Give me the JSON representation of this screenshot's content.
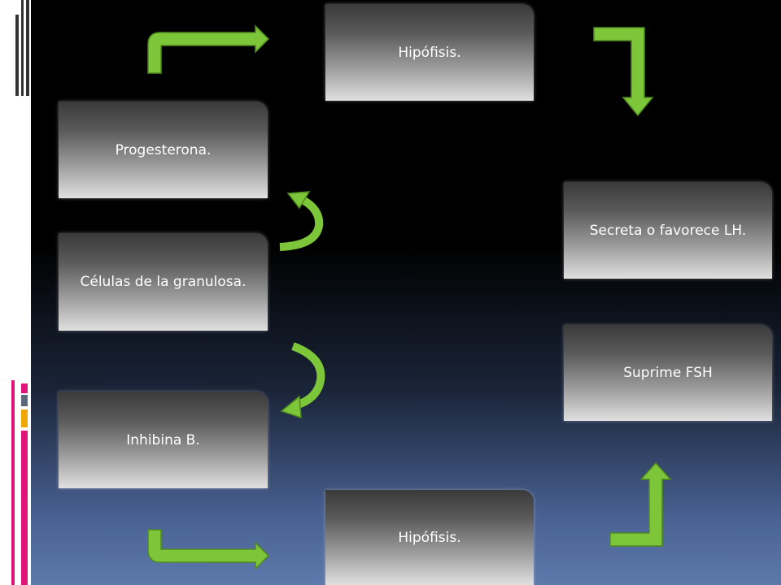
{
  "diagram": {
    "nodes": [
      {
        "id": "hipofisis-top",
        "label": "Hipófisis."
      },
      {
        "id": "progesterona",
        "label": "Progesterona."
      },
      {
        "id": "celulas",
        "label": "Células de la granulosa."
      },
      {
        "id": "inhibina",
        "label": "Inhibina B."
      },
      {
        "id": "hipofisis-bottom",
        "label": "Hipófisis."
      },
      {
        "id": "secreta-lh",
        "label": "Secreta o favorece LH."
      },
      {
        "id": "suprime-fsh",
        "label": "Suprime FSH"
      }
    ],
    "arrow_color": "#7dc63a",
    "arrow_outline": "#4e8a1e"
  }
}
